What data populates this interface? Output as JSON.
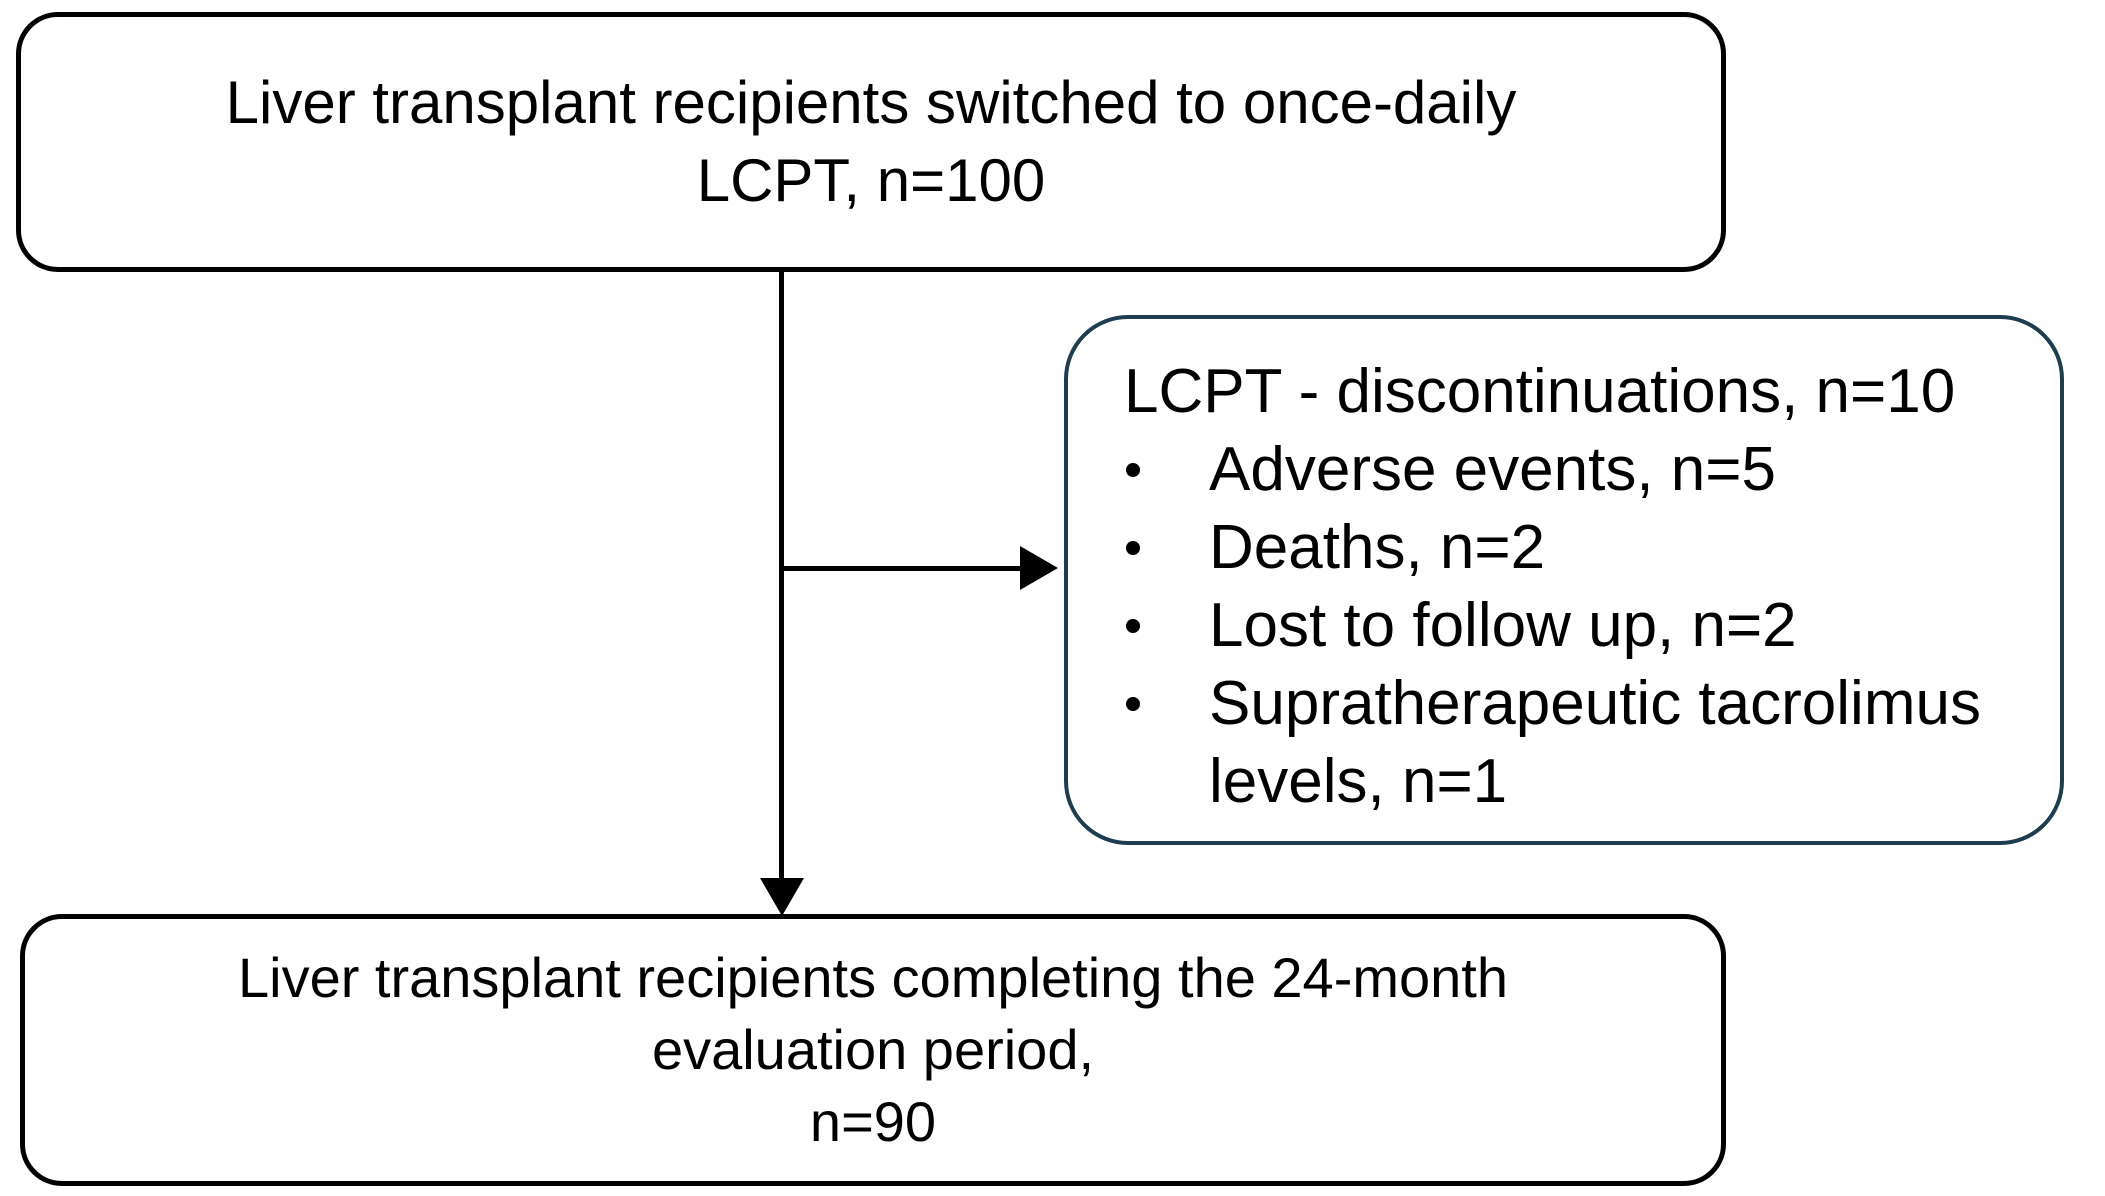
{
  "diagram": {
    "title_semantic": "LCPT liver transplant study flow diagram",
    "top_box": {
      "line1": "Liver transplant recipients switched to once-daily",
      "line2": "LCPT, n=100"
    },
    "side_box": {
      "title": "LCPT - discontinuations, n=10",
      "bullets": [
        "Adverse events, n=5",
        "Deaths, n=2",
        "Lost to follow up, n=2",
        "Supratherapeutic tacrolimus levels, n=1"
      ]
    },
    "bottom_box": {
      "line1": "Liver transplant recipients completing the 24-month",
      "line2": "evaluation period,",
      "line3": "n=90"
    },
    "colors": {
      "main_box_border": "#000000",
      "side_box_border": "#1e3e50",
      "text": "#000000",
      "background": "#ffffff"
    }
  }
}
